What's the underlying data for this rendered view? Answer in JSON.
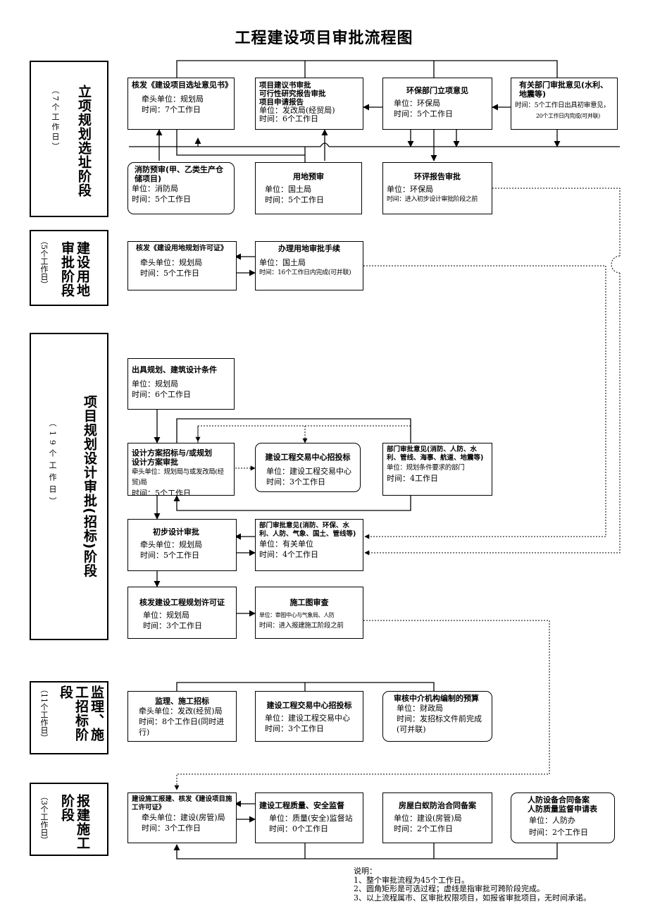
{
  "title": "工程建设项目审批流程图",
  "stages": [
    {
      "name": "立项规划选址阶段",
      "days": "（7个工作日）"
    },
    {
      "name": "建设用地审批阶段",
      "days": "（5个工作日）"
    },
    {
      "name": "项目规划设计审批(招标)阶段",
      "days": "（19个工作日）"
    },
    {
      "name": "监理、施工招标阶段",
      "days": "（11个工作日）"
    },
    {
      "name": "报建施工阶段",
      "days": "（3个工作日）"
    }
  ],
  "boxes": {
    "xuanzhi": {
      "title": "核发《建设项目选址意见书》",
      "l1": "牵头单位：规划局",
      "l2": "时间：7个工作日"
    },
    "xiangmu": {
      "title": "项目建议书审批\n可行性研究报告审批\n项目申请报告",
      "l1": "单位：发改局(经贸局)",
      "l2": "时间：6个工作日"
    },
    "huanbao": {
      "title": "环保部门立项意见",
      "l1": "单位：环保局",
      "l2": "时间：5个工作日"
    },
    "youguan": {
      "title": "有关部门审批意见(水利、地震等)",
      "l1": "时间：5个工作日出具初审意见，",
      "l2": "20个工作日内完成(可并联)"
    },
    "xiaofang": {
      "title": "消防预审(甲、乙类生产仓储项目)",
      "l1": "单位：消防局",
      "l2": "时间：5个工作日"
    },
    "yongdi": {
      "title": "用地预审",
      "l1": "单位：国土局",
      "l2": "时间：5个工作日"
    },
    "huanping": {
      "title": "环评报告审批",
      "l1": "单位：环保局",
      "l2": "时间：进入初步设计审批阶段之前"
    },
    "yongdixuke": {
      "title": "核发《建设用地规划许可证》",
      "l1": "牵头单位：规划局",
      "l2": "时间：5个工作日"
    },
    "banli": {
      "title": "办理用地审批手续",
      "l1": "单位：国土局",
      "l2": "时间：16个工作日内完成(可并联)"
    },
    "chuju": {
      "title": "出具规划、建筑设计条件",
      "l1": "单位：规划局",
      "l2": "时间：6个工作日"
    },
    "sheji": {
      "title": "设计方案招标与/或规划\n设计方案审批",
      "l1": "牵头单位：规划局与或发改局(经贸)局",
      "l2": "时间：5个工作日"
    },
    "jiaoyi1": {
      "title": "建设工程交易中心招投标",
      "l1": "单位：建设工程交易中心",
      "l2": "时间：3个工作日"
    },
    "bumen1": {
      "title": "部门审批意见(消防、人防、水利、管线、海事、航道、地震等)",
      "l1": "单位：规划条件要求的部门",
      "l2": "时间：4工作日"
    },
    "chubu": {
      "title": "初步设计审批",
      "l1": "牵头单位：规划局",
      "l2": "时间：5个工作日"
    },
    "bumen2": {
      "title": "部门审批意见(消防、环保、水利、人防、气象、国土、管线等)",
      "l1": "单位：有关单位",
      "l2": "时间：4个工作日"
    },
    "gongcheng": {
      "title": "核发建设工程规划许可证",
      "l1": "单位：规划局",
      "l2": "时间：3个工作日"
    },
    "shigongtu": {
      "title": "施工图审查",
      "l1": "单位：审图中心与气象局、人防",
      "l2": "时间：进入报建施工阶段之前"
    },
    "jianli": {
      "title": "监理、施工招标",
      "l1": "牵头单位：发改(经贸)局",
      "l2": "时间：8个工作日(同时进行)"
    },
    "jiaoyi2": {
      "title": "建设工程交易中心招投标",
      "l1": "单位：建设工程交易中心",
      "l2": "时间：3个工作日"
    },
    "shenhe": {
      "title": "审核中介机构编制的预算",
      "l1": "单位：财政局",
      "l2": "时间：发招标文件前完成(可并联)"
    },
    "baojian": {
      "title": "建设施工报建、核发《建设项目施工许可证》",
      "l1": "牵头单位：建设(房管)局",
      "l2": "时间：3个工作日"
    },
    "zhiliang": {
      "title": "建设工程质量、安全监督",
      "l1": "单位：质量(安全)监督站",
      "l2": "时间：0个工作日"
    },
    "baiyi": {
      "title": "房屋白蚁防治合同备案",
      "l1": "单位：建设(房管)局",
      "l2": "时间：2个工作日"
    },
    "renfang": {
      "title": "人防设备合同备案\n人防质量监督申请表",
      "l1": "单位：人防办",
      "l2": "时间：2个工作日"
    }
  },
  "notes": [
    "说明：",
    "1、整个审批流程为45个工作日。",
    "2、圆角矩形是可选过程；虚线是指审批可跨阶段完成。",
    "3、以上流程属市、区审批权限项目，如报省审批项目，无时间承诺。"
  ]
}
